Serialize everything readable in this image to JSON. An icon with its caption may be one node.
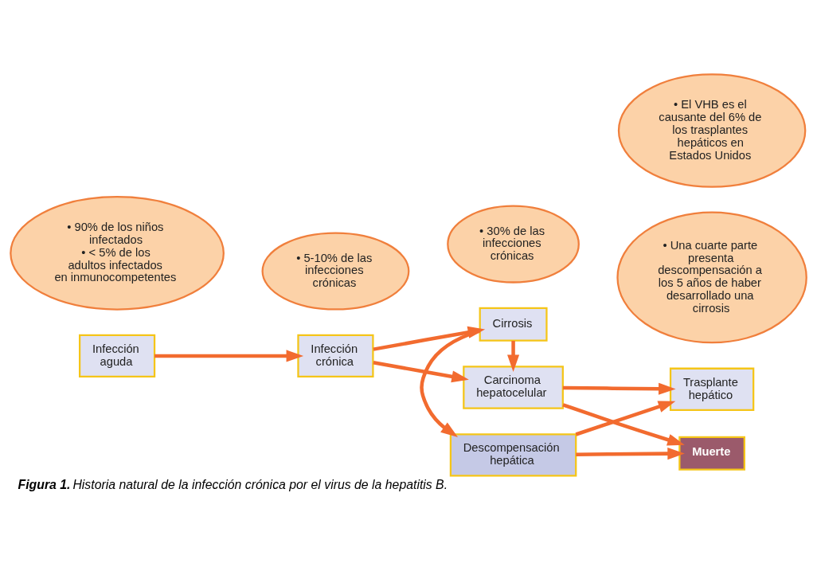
{
  "diagram": {
    "caption": "**Figura 1.** Historia natural de la infección crónica por el virus de la hepatitis B.",
    "nodes": [
      {
        "text": [
          "Infección aguda"
        ]
      },
      {
        "text": [
          "Infección crónica"
        ]
      },
      {
        "text": [
          "Cirrosis"
        ]
      },
      {
        "text": [
          "Carcinoma hepatocelular"
        ]
      },
      {
        "text": [
          "Trasplante hepático"
        ]
      },
      {
        "text": [
          "Muerte"
        ]
      },
      {
        "text": [
          "Descompensación hepática"
        ]
      },
      {
        "text": [
          "• 5-10% de las infecciones crónicas"
        ]
      },
      {
        "text": [
          "• 30% de las infecciones crónicas"
        ]
      },
      {
        "text": [
          "• 90% de los niños infectados",
          "• < 5% de los adultos infectados en inmunocompetentes"
        ]
      },
      {
        "text": [
          "• Una cuarte parte presenta descompensación a los 5 años de haber desarrollado una cirrosis"
        ]
      },
      {
        "text": [
          "• El VHB es el causante del 6% de los trasplantes hepáticos en Estados Unidos"
        ]
      }
    ],
    "edges": [
      {
        "from": 0,
        "to": 1,
        "arrow": "to"
      },
      {
        "from": 1,
        "to": 3,
        "arrow": "to"
      },
      {
        "from": 1,
        "to": 2,
        "arrow": "to"
      },
      {
        "from": 2,
        "to": 3,
        "arrow": "to"
      },
      {
        "from": 2,
        "to": 6,
        "arrow": "to"
      },
      {
        "from": 3,
        "to": 4,
        "arrow": "to"
      },
      {
        "from": 3,
        "to": 5,
        "arrow": "to"
      },
      {
        "from": 6,
        "to": 4,
        "arrow": "to"
      },
      {
        "from": 6,
        "to": 5,
        "arrow": "to"
      }
    ]
  }
}
